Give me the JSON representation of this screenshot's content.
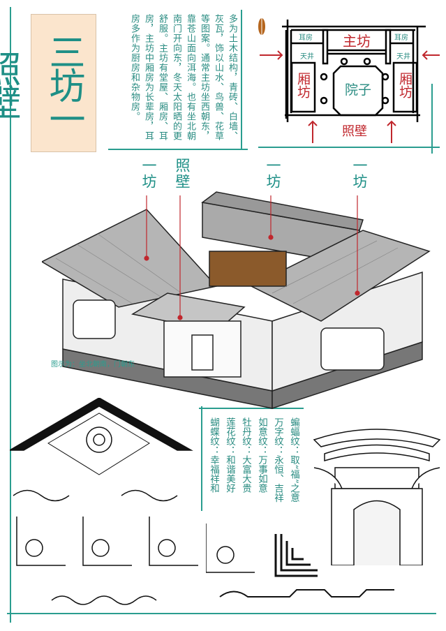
{
  "title": "三坊一照壁",
  "description": "多为土木结构，青砖、白墙、灰瓦，饰以山水、鸟兽、花草等图案。通常主坊坐西朝东，靠苍山面向洱海。也有坐北朝南门开向东，冬天太阳晒的更舒服。主坊有堂屋、厢房、耳房，主坊中厢房为长辈房，耳房多作为厨房和杂物房。",
  "plan": {
    "main": "主坊",
    "ear_left": "耳房",
    "ear_right": "耳房",
    "well_left": "天井",
    "well_right": "天井",
    "wing_left": "厢坊",
    "wing_right": "厢坊",
    "yard": "院子",
    "screen": "照壁",
    "compass": "compass-icon"
  },
  "labels": [
    "一坊",
    "照壁",
    "一坊",
    "一坊"
  ],
  "caption": "图示为：坐北朝南，门朝东",
  "patterns": [
    "蝙蝠纹：取“福”之意",
    "万字纹：永恒、吉祥",
    "如意纹：万事如意",
    "牡丹纹：大富大贵",
    "莲花纹：和谐美好",
    "蝴蝶纹：幸福祥和"
  ],
  "colors": {
    "teal": "#2a9d8f",
    "red": "#c0272d",
    "beige": "#fbe5cd"
  }
}
